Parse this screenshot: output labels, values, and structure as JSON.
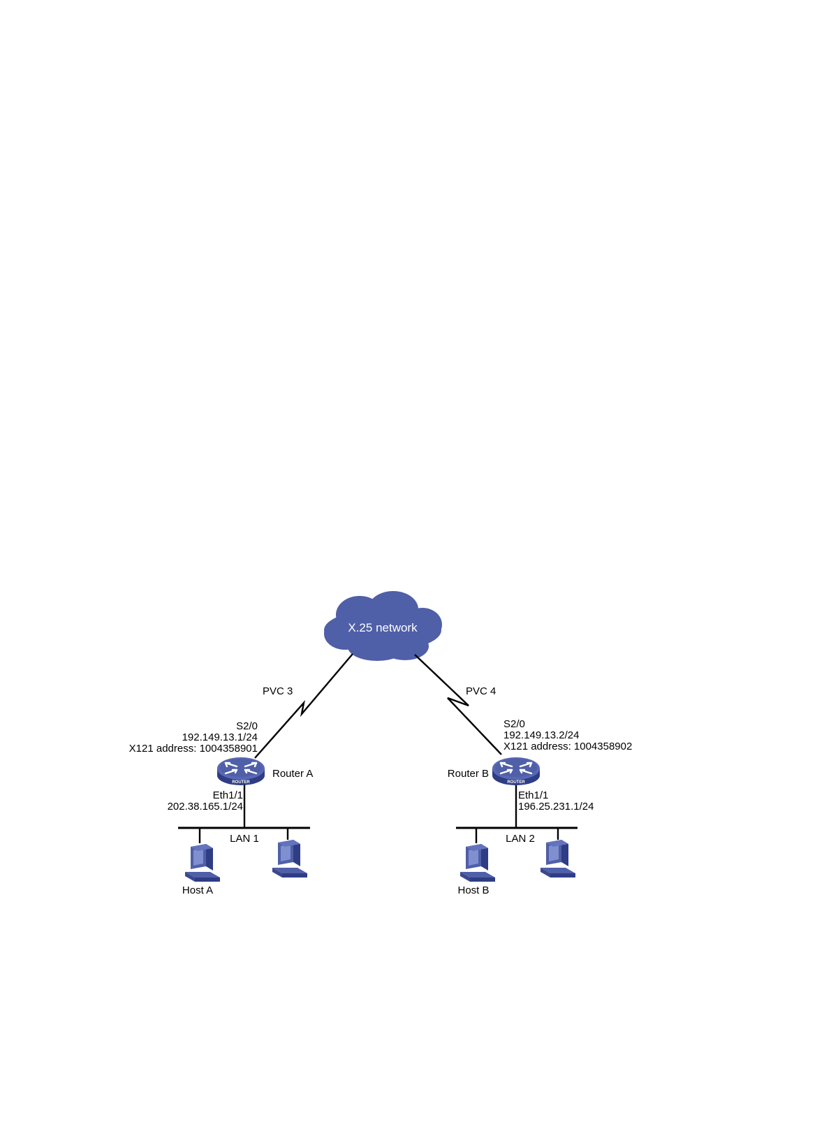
{
  "cloud": {
    "label": "X.25 network"
  },
  "links": {
    "pvc_left": "PVC 3",
    "pvc_right": "PVC 4"
  },
  "router_a": {
    "name": "Router A",
    "wan_interface": "S2/0",
    "wan_ip": "192.149.13.1/24",
    "x121": "X121 address: 1004358901",
    "lan_interface": "Eth1/1",
    "lan_ip": "202.38.165.1/24",
    "badge": "ROUTER"
  },
  "router_b": {
    "name": "Router B",
    "wan_interface": "S2/0",
    "wan_ip": "192.149.13.2/24",
    "x121": "X121 address: 1004358902",
    "lan_interface": "Eth1/1",
    "lan_ip": "196.25.231.1/24",
    "badge": "ROUTER"
  },
  "lan1": {
    "label": "LAN 1",
    "host_label": "Host A"
  },
  "lan2": {
    "label": "LAN 2",
    "host_label": "Host B"
  },
  "colors": {
    "device_blue": "#4f5fa8",
    "device_dark": "#2f3d85",
    "device_light": "#7f8fd0"
  }
}
